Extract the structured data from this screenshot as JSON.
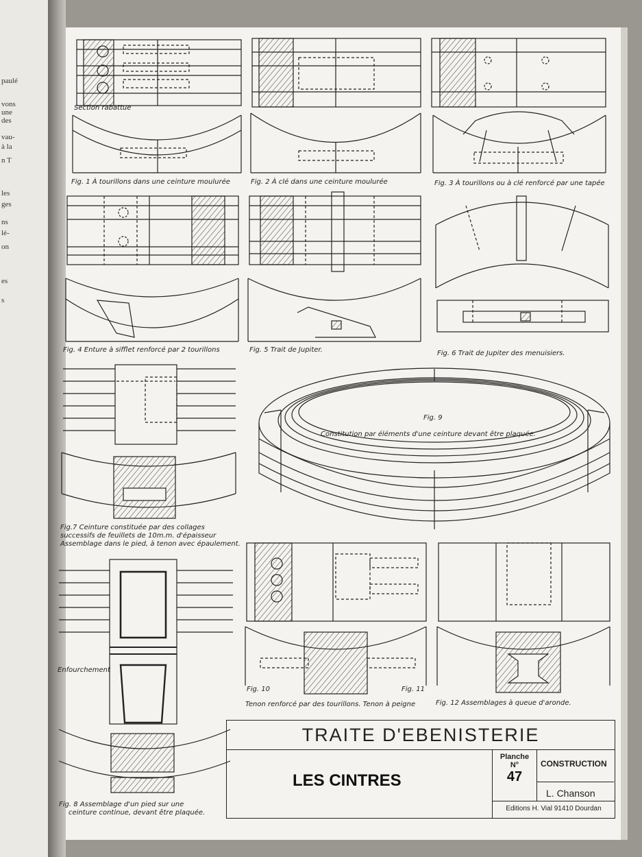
{
  "left_page_fragments": [
    "paulé",
    "vons",
    "une",
    "des",
    "vau-",
    "à la",
    "n T",
    "les",
    "ges",
    "ns",
    "lé-",
    "on",
    "es",
    "s"
  ],
  "captions": {
    "section": "Section rabattue",
    "fig1": "Fig. 1  À tourillons dans une ceinture moulurée",
    "fig2": "Fig. 2  À clé dans une ceinture moulurée",
    "fig3": "Fig. 3  À tourillons ou à clé renforcé par une tapée",
    "fig4": "Fig. 4  Enture à sifflet renforcé par 2 tourillons",
    "fig5": "Fig. 5   Trait de Jupiter.",
    "fig6": "Fig. 6  Trait de Jupiter des menuisiers.",
    "fig7_line1": "Fig.7  Ceinture constituée par des collages",
    "fig7_line2": "successifs de feuillets de 10m.m. d'épaisseur",
    "fig7_line3": "Assemblage dans le pied, à tenon avec épaulement.",
    "fig8_line1": "Fig. 8  Assemblage d'un pied sur une",
    "fig8_line2": "ceinture continue, devant être plaquée.",
    "fig9_label": "Fig. 9",
    "fig9_text": "Constitution par éléments d'une ceinture devant être plaquée.",
    "fig10_label": "Fig. 10",
    "fig11_label": "Fig. 11",
    "fig10_11": "Tenon renforcé par des tourillons. Tenon à peigne",
    "fig12": "Fig. 12  Assemblages à queue d'aronde.",
    "enfourchement": "Enfourchement"
  },
  "title_block": {
    "title": "TRAITE D'EBENISTERIE",
    "subject": "LES CINTRES",
    "planche_label": "Planche",
    "planche_no": "N°",
    "planche_number": "47",
    "category": "CONSTRUCTION",
    "author": "L. Chanson",
    "publisher": "Editions H. Vial  91410 Dourdan"
  }
}
